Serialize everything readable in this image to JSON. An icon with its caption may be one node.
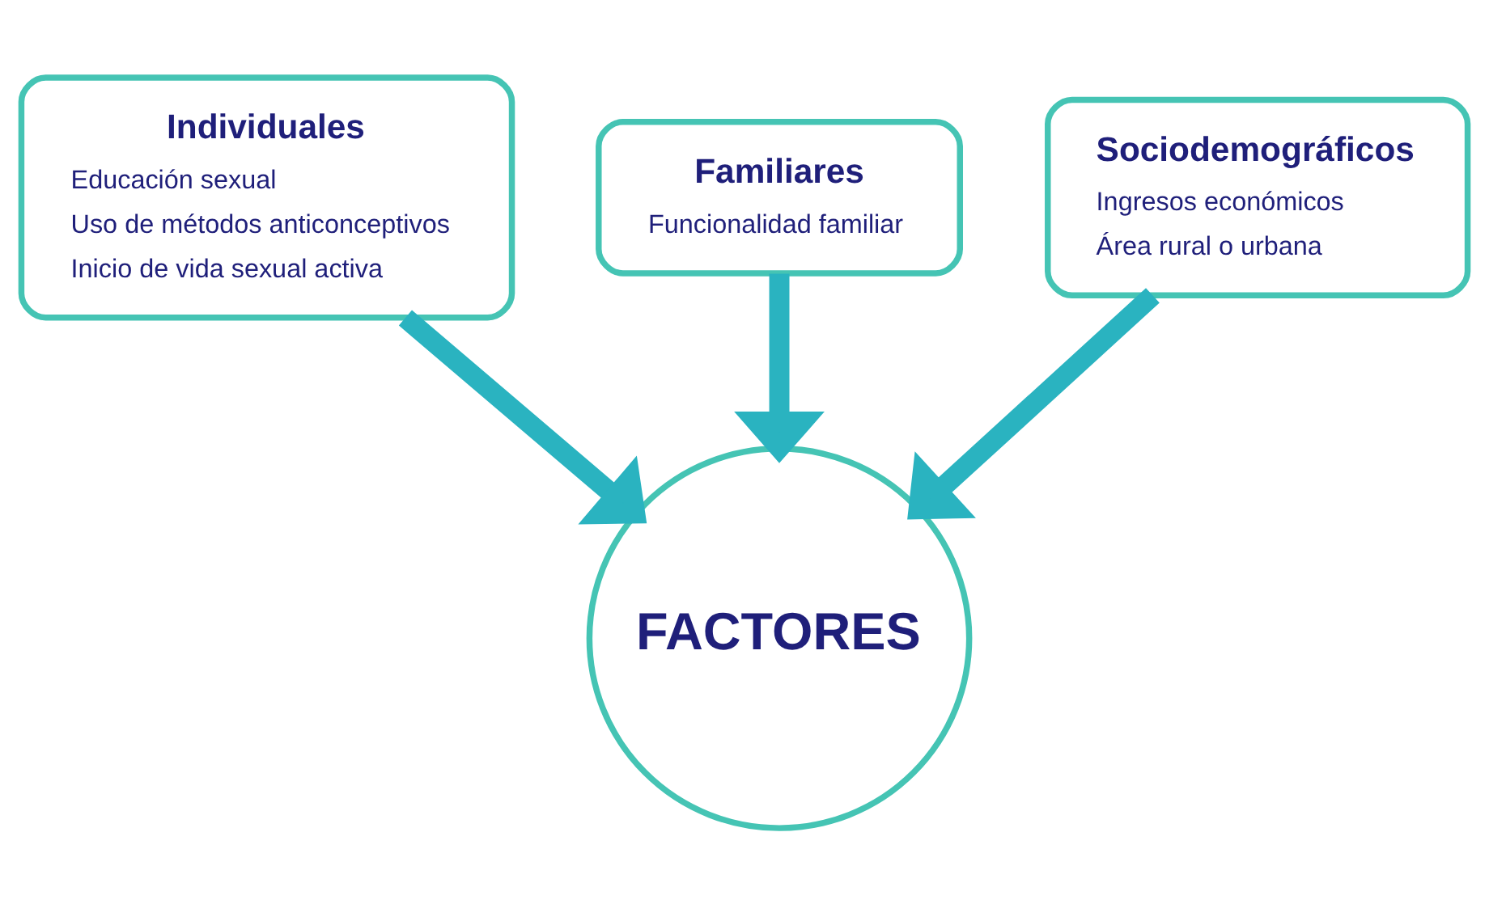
{
  "diagram": {
    "nodes": [
      {
        "text": [
          "Familiares",
          "Funcionalidad familiar"
        ]
      },
      {
        "text": [
          "Individuales",
          "Educación sexual",
          "Uso de métodos anticonceptivos",
          "Inicio de vida sexual activa"
        ]
      },
      {
        "text": [
          "Sociodemográficos",
          "Ingresos económicos",
          "Área rural o urbana"
        ]
      },
      {
        "text": [
          "FACTORES"
        ]
      }
    ],
    "edges": [
      {
        "from": 0,
        "to": 3,
        "arrow": "to"
      },
      {
        "from": 1,
        "to": 3,
        "arrow": "to"
      },
      {
        "from": 2,
        "to": 3,
        "arrow": "to"
      }
    ]
  }
}
